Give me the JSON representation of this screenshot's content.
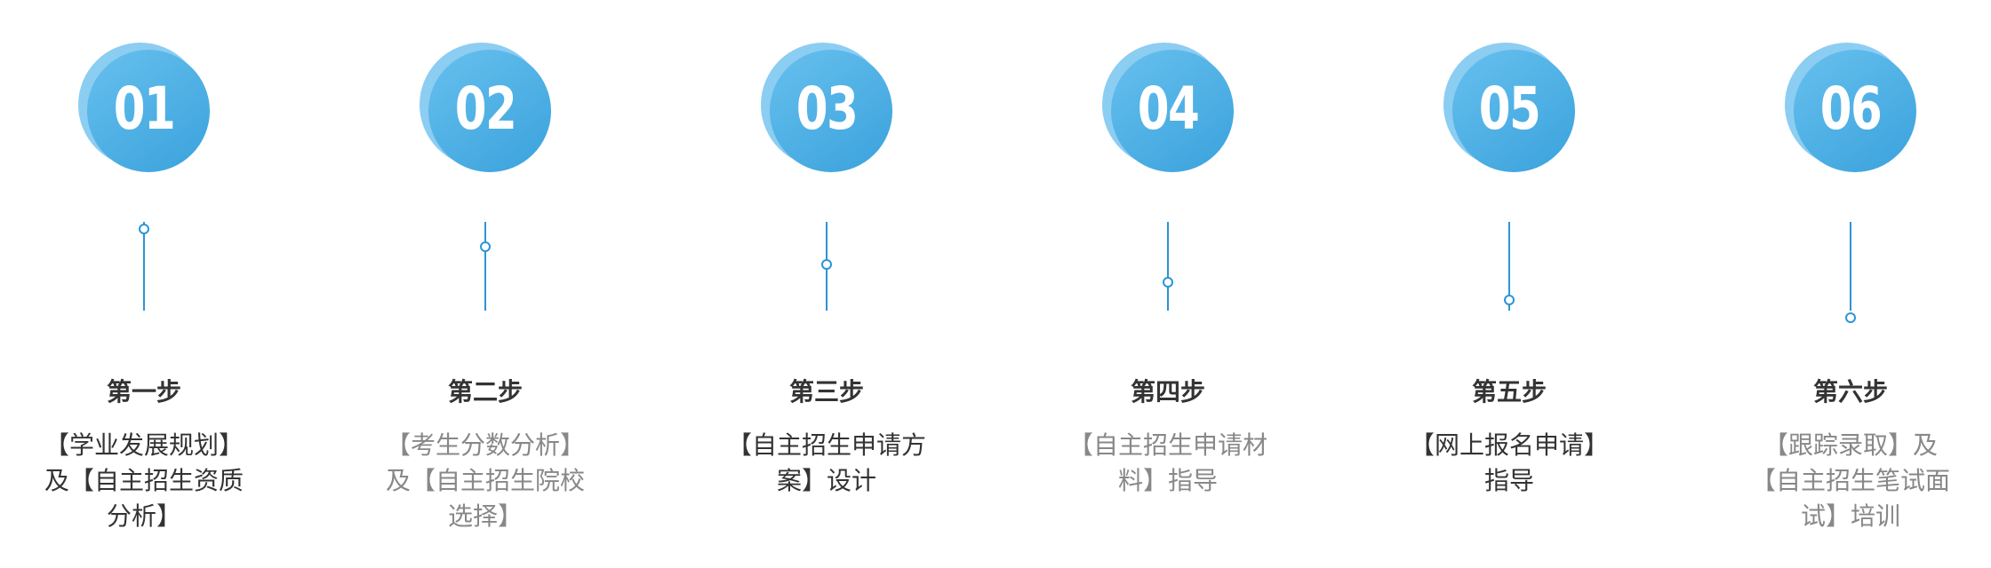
{
  "colors": {
    "accent": "#3aa2dc",
    "accent_light": "#8ccdf2",
    "line": "#2a95d6",
    "text_dark": "#333333",
    "text_muted": "#888888"
  },
  "steps": [
    {
      "number": "01",
      "title": "第一步",
      "description": "【学业发展规划】及【自主招生资质分析】",
      "muted": false
    },
    {
      "number": "02",
      "title": "第二步",
      "description": "【考生分数分析】及【自主招生院校选择】",
      "muted": true
    },
    {
      "number": "03",
      "title": "第三步",
      "description": "【自主招生申请方案】设计",
      "muted": false
    },
    {
      "number": "04",
      "title": "第四步",
      "description": "【自主招生申请材料】指导",
      "muted": true
    },
    {
      "number": "05",
      "title": "第五步",
      "description": "【网上报名申请】指导",
      "muted": false
    },
    {
      "number": "06",
      "title": "第六步",
      "description": "【跟踪录取】及【自主招生笔试面试】培训",
      "muted": true
    }
  ]
}
